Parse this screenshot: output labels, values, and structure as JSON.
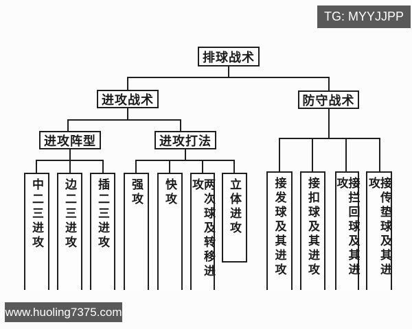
{
  "watermarks": {
    "top_right": "TG: MYYJJPP",
    "bottom_left": "www.huoling7375.com"
  },
  "tree": {
    "root": "排球战术",
    "attack": "进攻战术",
    "defense": "防守战术",
    "formation": "进攻阵型",
    "method": "进攻打法",
    "formation_children": [
      "中二三进攻",
      "边二三进攻",
      "插二三进攻"
    ],
    "method_children": [
      "强攻",
      "快攻",
      "两次球及转移进攻",
      "立体进攻"
    ],
    "defense_children": [
      "接发球及其进攻",
      "接扣球及其进攻",
      "接拦回球及其进攻",
      "接传垫球及其进攻"
    ]
  },
  "colors": {
    "line": "#1e1e1e",
    "box_background": "#fdfdfd",
    "canvas_background": "#fcfcfc",
    "watermark_background": "#595959",
    "watermark_text": "#ffffff"
  }
}
